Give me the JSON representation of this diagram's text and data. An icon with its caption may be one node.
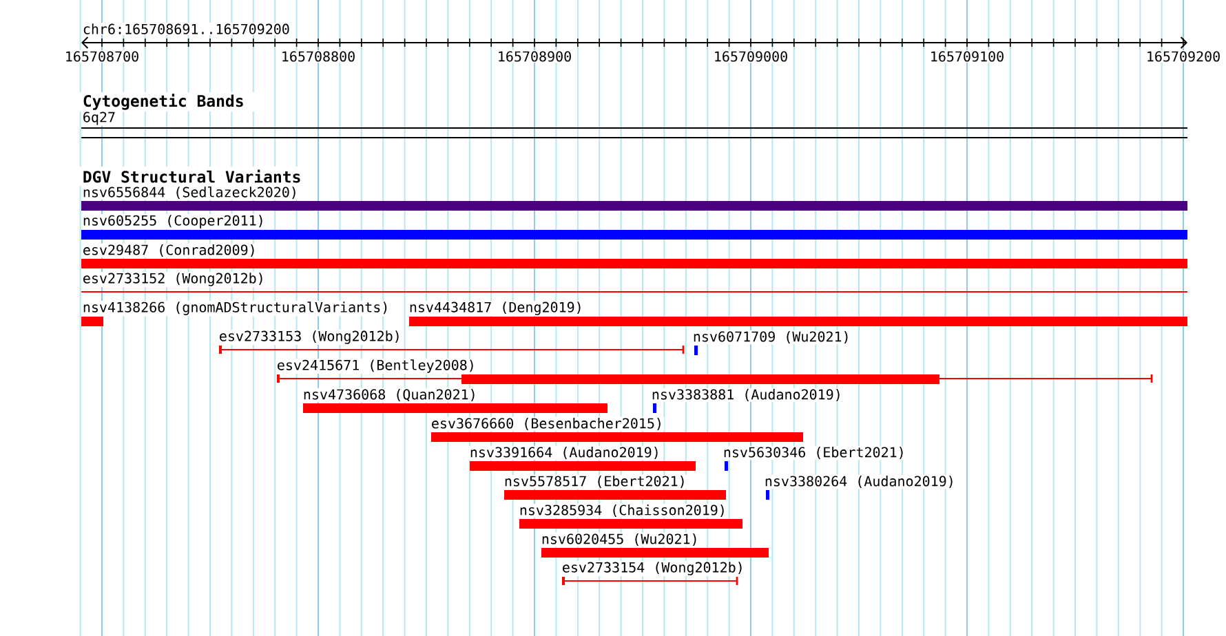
{
  "diagram": {
    "nodes": [
      {
        "text": [
          "6q27"
        ]
      },
      {
        "text": [
          "nsv6556844 (Sedlazeck2020)"
        ]
      },
      {
        "text": [
          "nsv605255 (Cooper2011)"
        ]
      },
      {
        "text": [
          "esv29487 (Conrad2009)"
        ]
      },
      {
        "text": [
          "esv2733152 (Wong2012b)"
        ]
      },
      {
        "text": [
          "nsv4138266 (gnomADStructuralVariants)"
        ]
      },
      {
        "text": [
          "nsv4434817 (Deng2019)"
        ]
      },
      {
        "text": [
          "esv2733153 (Wong2012b)"
        ]
      },
      {
        "text": [
          "nsv6071709 (Wu2021)"
        ]
      },
      {
        "text": [
          "esv2415671 (Bentley2008)"
        ]
      },
      {
        "text": [
          "nsv4736068 (Quan2021)"
        ]
      },
      {
        "text": [
          "nsv3383881 (Audano2019)"
        ]
      },
      {
        "text": [
          "esv3676660 (Besenbacher2015)"
        ]
      },
      {
        "text": [
          "nsv3391664 (Audano2019)"
        ]
      },
      {
        "text": [
          "nsv5630346 (Ebert2021)"
        ]
      },
      {
        "text": [
          "nsv5578517 (Ebert2021)"
        ]
      },
      {
        "text": [
          "nsv3380264 (Audano2019)"
        ]
      },
      {
        "text": [
          "nsv3285934 (Chaisson2019)"
        ]
      },
      {
        "text": [
          "nsv6020455 (Wu2021)"
        ]
      },
      {
        "text": [
          "esv2733154 (Wong2012b)"
        ]
      }
    ],
    "labels": [
      "chr6:165708691..165709200",
      "165708700",
      "165708800",
      "165708900",
      "165709000",
      "165709100",
      "165709200",
      "Cytogenetic Bands",
      "DGV Structural Variants"
    ]
  }
}
